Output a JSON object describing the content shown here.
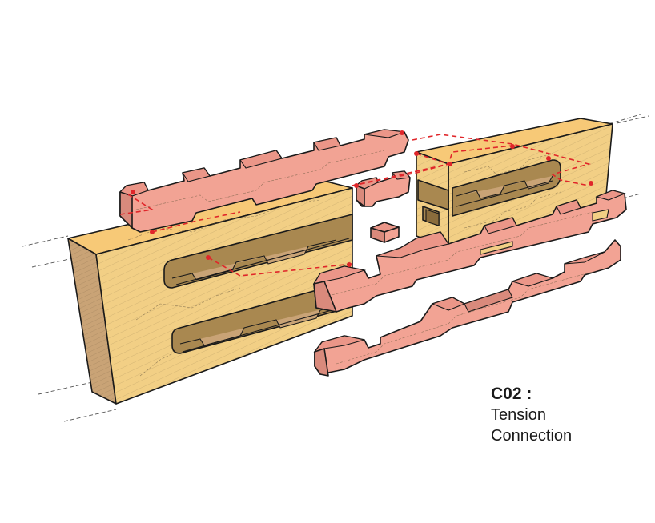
{
  "caption": {
    "code": "C02 :",
    "line1": "Tension",
    "line2": "Connection"
  },
  "colors": {
    "timber_top": "#f7c977",
    "timber_front": "#f2cf85",
    "timber_side": "#c9a376",
    "timber_recess": "#a98850",
    "connector_front": "#f2a394",
    "connector_top": "#eb9688",
    "connector_side": "#d98a7c",
    "connector_shadow": "#b87468",
    "marker_red": "#e0262a",
    "outline": "#1a1a1a",
    "background": "#ffffff"
  },
  "components": [
    {
      "name": "left-timber-beam",
      "material": "timber"
    },
    {
      "name": "right-timber-beam",
      "material": "timber"
    },
    {
      "name": "upper-long-connector",
      "material": "connector"
    },
    {
      "name": "upper-short-connector",
      "material": "connector"
    },
    {
      "name": "middle-connector",
      "material": "connector"
    },
    {
      "name": "lower-connector",
      "material": "connector"
    },
    {
      "name": "small-key-block",
      "material": "connector"
    }
  ]
}
